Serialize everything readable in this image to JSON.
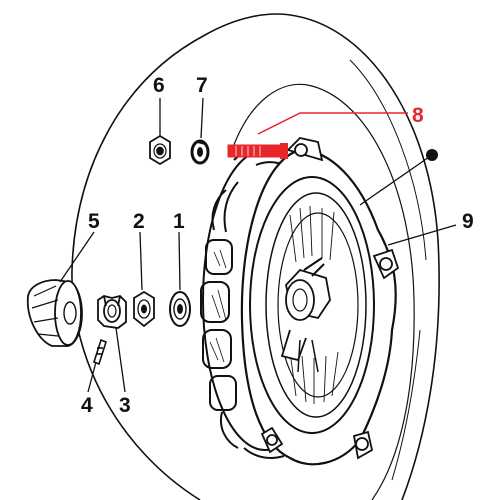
{
  "diagram": {
    "callouts": {
      "c1": "1",
      "c2": "2",
      "c3": "3",
      "c4": "4",
      "c5": "5",
      "c6": "6",
      "c7": "7",
      "c8": "8",
      "c9": "9"
    },
    "colors": {
      "ink": "#111111",
      "highlight": "#e8272b",
      "paper": "#ffffff"
    },
    "parts": {
      "part1": "washer",
      "part2": "nut",
      "part3": "castle-nut",
      "part4": "cotter-pin",
      "part5": "hub-cap",
      "part6": "nut",
      "part7": "lock-washer",
      "part8": "stud",
      "part9": "hub-drum"
    }
  }
}
